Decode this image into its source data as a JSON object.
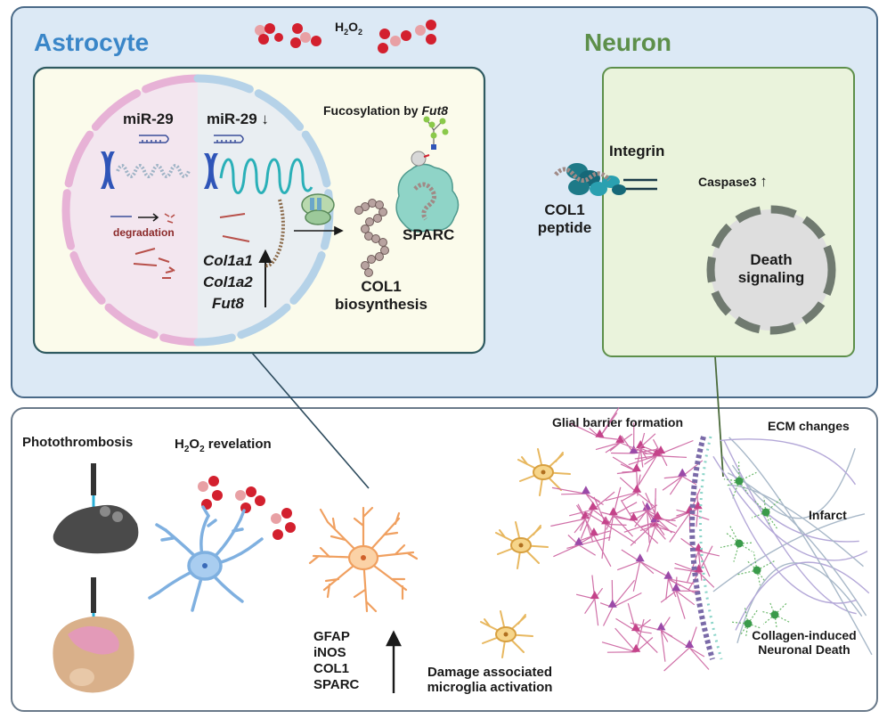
{
  "colors": {
    "astrocyte_title": "#3a86c8",
    "neuron_title": "#5d8f4a",
    "panel_blue": "#dce9f5",
    "panel_border": "#4a6a88",
    "inset_bg": "#fbfbeb",
    "neuron_bg": "#eaf3dc",
    "ros_red": "#d3202e",
    "collagen": "#a08a86",
    "sparc": "#8fd4c7",
    "integrin": "#1e7a88"
  },
  "top": {
    "astrocyte_title": "Astrocyte",
    "neuron_title": "Neuron",
    "h2o2": {
      "main": "H",
      "sub1": "2",
      "mid": "O",
      "sub2": "2"
    },
    "nucleus": {
      "mir_left": "miR-29",
      "mir_right": "miR-29",
      "down_arrow": "↓",
      "degradation": "degradation",
      "genes": [
        "Col1a1",
        "Col1a2",
        "Fut8"
      ]
    },
    "fucosylation": {
      "prefix": "Fucosylation by ",
      "gene": "Fut8"
    },
    "sparc": "SPARC",
    "col1_biosynthesis": [
      "COL1",
      "biosynthesis"
    ],
    "integrin": "Integrin",
    "col1_peptide": [
      "COL1",
      "peptide"
    ],
    "caspase": "Caspase3",
    "caspase_arrow": "↑",
    "death_signaling": [
      "Death",
      "signaling"
    ]
  },
  "bottom": {
    "photothrombosis": "Photothrombosis",
    "h2o2_revelation": {
      "main": "H",
      "sub1": "2",
      "mid": "O",
      "sub2": "2",
      "tail": " revelation"
    },
    "markers": [
      "GFAP",
      "iNOS",
      "COL1",
      "SPARC"
    ],
    "microglia": [
      "Damage associated",
      "microglia activation"
    ],
    "glial_barrier": "Glial barrier formation",
    "ecm_changes": "ECM changes",
    "infarct": "Infarct",
    "collagen_death": [
      "Collagen-induced",
      "Neuronal Death"
    ]
  }
}
